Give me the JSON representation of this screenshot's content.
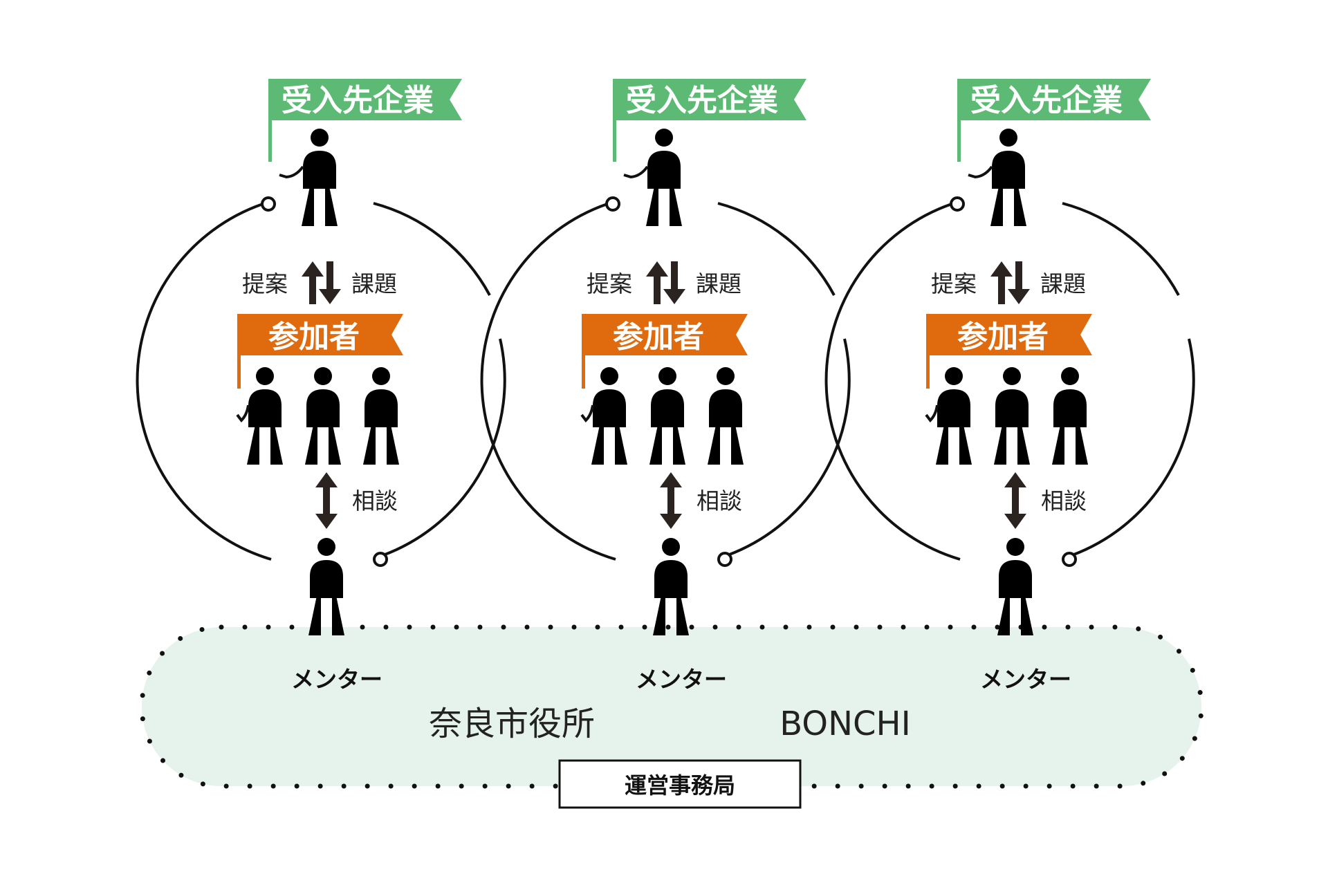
{
  "colors": {
    "company_flag": "#5cba74",
    "participant_flag": "#e06b0f",
    "office_area": "#e6f2ec",
    "line": "#111111",
    "arrow": "#2b2320"
  },
  "groups": [
    {
      "company_label": "受入先企業",
      "proposal_label": "提案",
      "issue_label": "課題",
      "participant_label": "参加者",
      "consult_label": "相談",
      "mentor_label": "メンター"
    },
    {
      "company_label": "受入先企業",
      "proposal_label": "提案",
      "issue_label": "課題",
      "participant_label": "参加者",
      "consult_label": "相談",
      "mentor_label": "メンター"
    },
    {
      "company_label": "受入先企業",
      "proposal_label": "提案",
      "issue_label": "課題",
      "participant_label": "参加者",
      "consult_label": "相談",
      "mentor_label": "メンター"
    }
  ],
  "secretariat": {
    "org_left": "奈良市役所",
    "org_right": "BONCHI",
    "office_label": "運営事務局"
  },
  "icons": [
    "person-icon",
    "bidirectional-arrow-icon",
    "vertical-double-arrow-icon"
  ]
}
